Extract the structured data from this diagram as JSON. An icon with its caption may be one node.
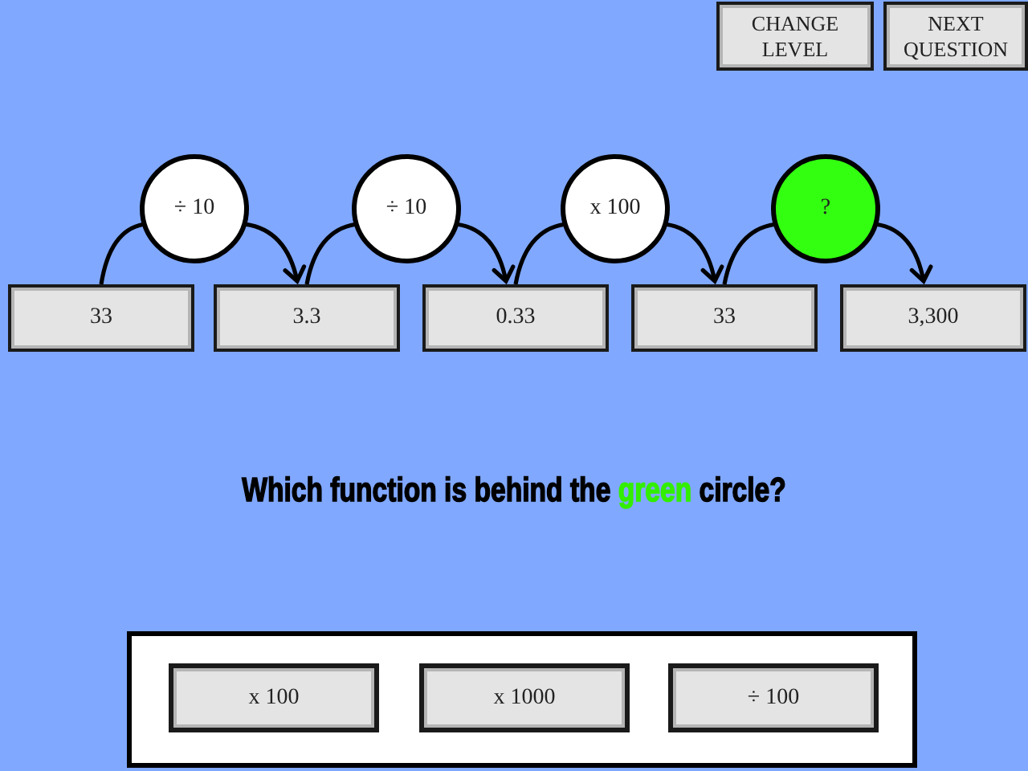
{
  "diagram": {
    "nodes": [
      {
        "text": [
          "CHANGE LEVEL"
        ]
      },
      {
        "text": [
          "NEXT QUESTION"
        ]
      },
      {
        "text": [
          "÷ 10"
        ]
      },
      {
        "text": [
          "÷ 10"
        ]
      },
      {
        "text": [
          "x 100"
        ]
      },
      {
        "text": [
          "?"
        ]
      },
      {
        "text": [
          "33"
        ]
      },
      {
        "text": [
          "3.3"
        ]
      },
      {
        "text": [
          "0.33"
        ]
      },
      {
        "text": [
          "33"
        ]
      },
      {
        "text": [
          "3,300"
        ]
      },
      {
        "text": [],
        "shape": "box"
      },
      {
        "text": [
          "x 100"
        ],
        "in": 11
      },
      {
        "text": [
          "x 1000"
        ],
        "in": 11
      },
      {
        "text": [
          "÷ 100"
        ],
        "in": 11
      }
    ],
    "edges": [
      {
        "from": 6,
        "to": 2,
        "arrow": "none"
      },
      {
        "from": 2,
        "to": 7,
        "arrow": "to"
      },
      {
        "from": 7,
        "to": 3,
        "arrow": "none"
      },
      {
        "from": 3,
        "to": 8,
        "arrow": "to"
      },
      {
        "from": 8,
        "to": 4,
        "arrow": "none"
      },
      {
        "from": 4,
        "to": 9,
        "arrow": "to"
      },
      {
        "from": 9,
        "to": 5,
        "arrow": "none"
      },
      {
        "from": 5,
        "to": 10,
        "arrow": "to"
      }
    ],
    "labels": [
      "Which function is behind the **green** circle?"
    ]
  }
}
